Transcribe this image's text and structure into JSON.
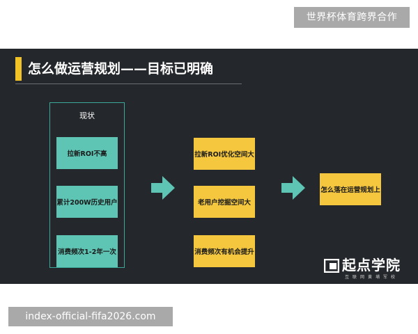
{
  "top_badge": "世界杯体育跨界合作",
  "slide": {
    "title": "怎么做运营规划——目标已明确",
    "current_label": "现状",
    "current_items": [
      "拉新ROI不高",
      "累计200W历史用户",
      "消费频次1-2年一次"
    ],
    "space_items": [
      "拉新ROI优化空间大",
      "老用户挖掘空间大",
      "消费频次有机会提升"
    ],
    "goal": "怎么落在运营规划上",
    "logo_text": "起点学院",
    "logo_sub": "互联网黄埔军校"
  },
  "bottom_badge": "index-official-fifa2026.com",
  "colors": {
    "slide_bg": "#24272b",
    "accent": "#f2c326",
    "teal": "#5ec4b4",
    "yellow": "#f4c73f",
    "arrow": "#5ec4b4",
    "badge": "#a9a9a9"
  }
}
